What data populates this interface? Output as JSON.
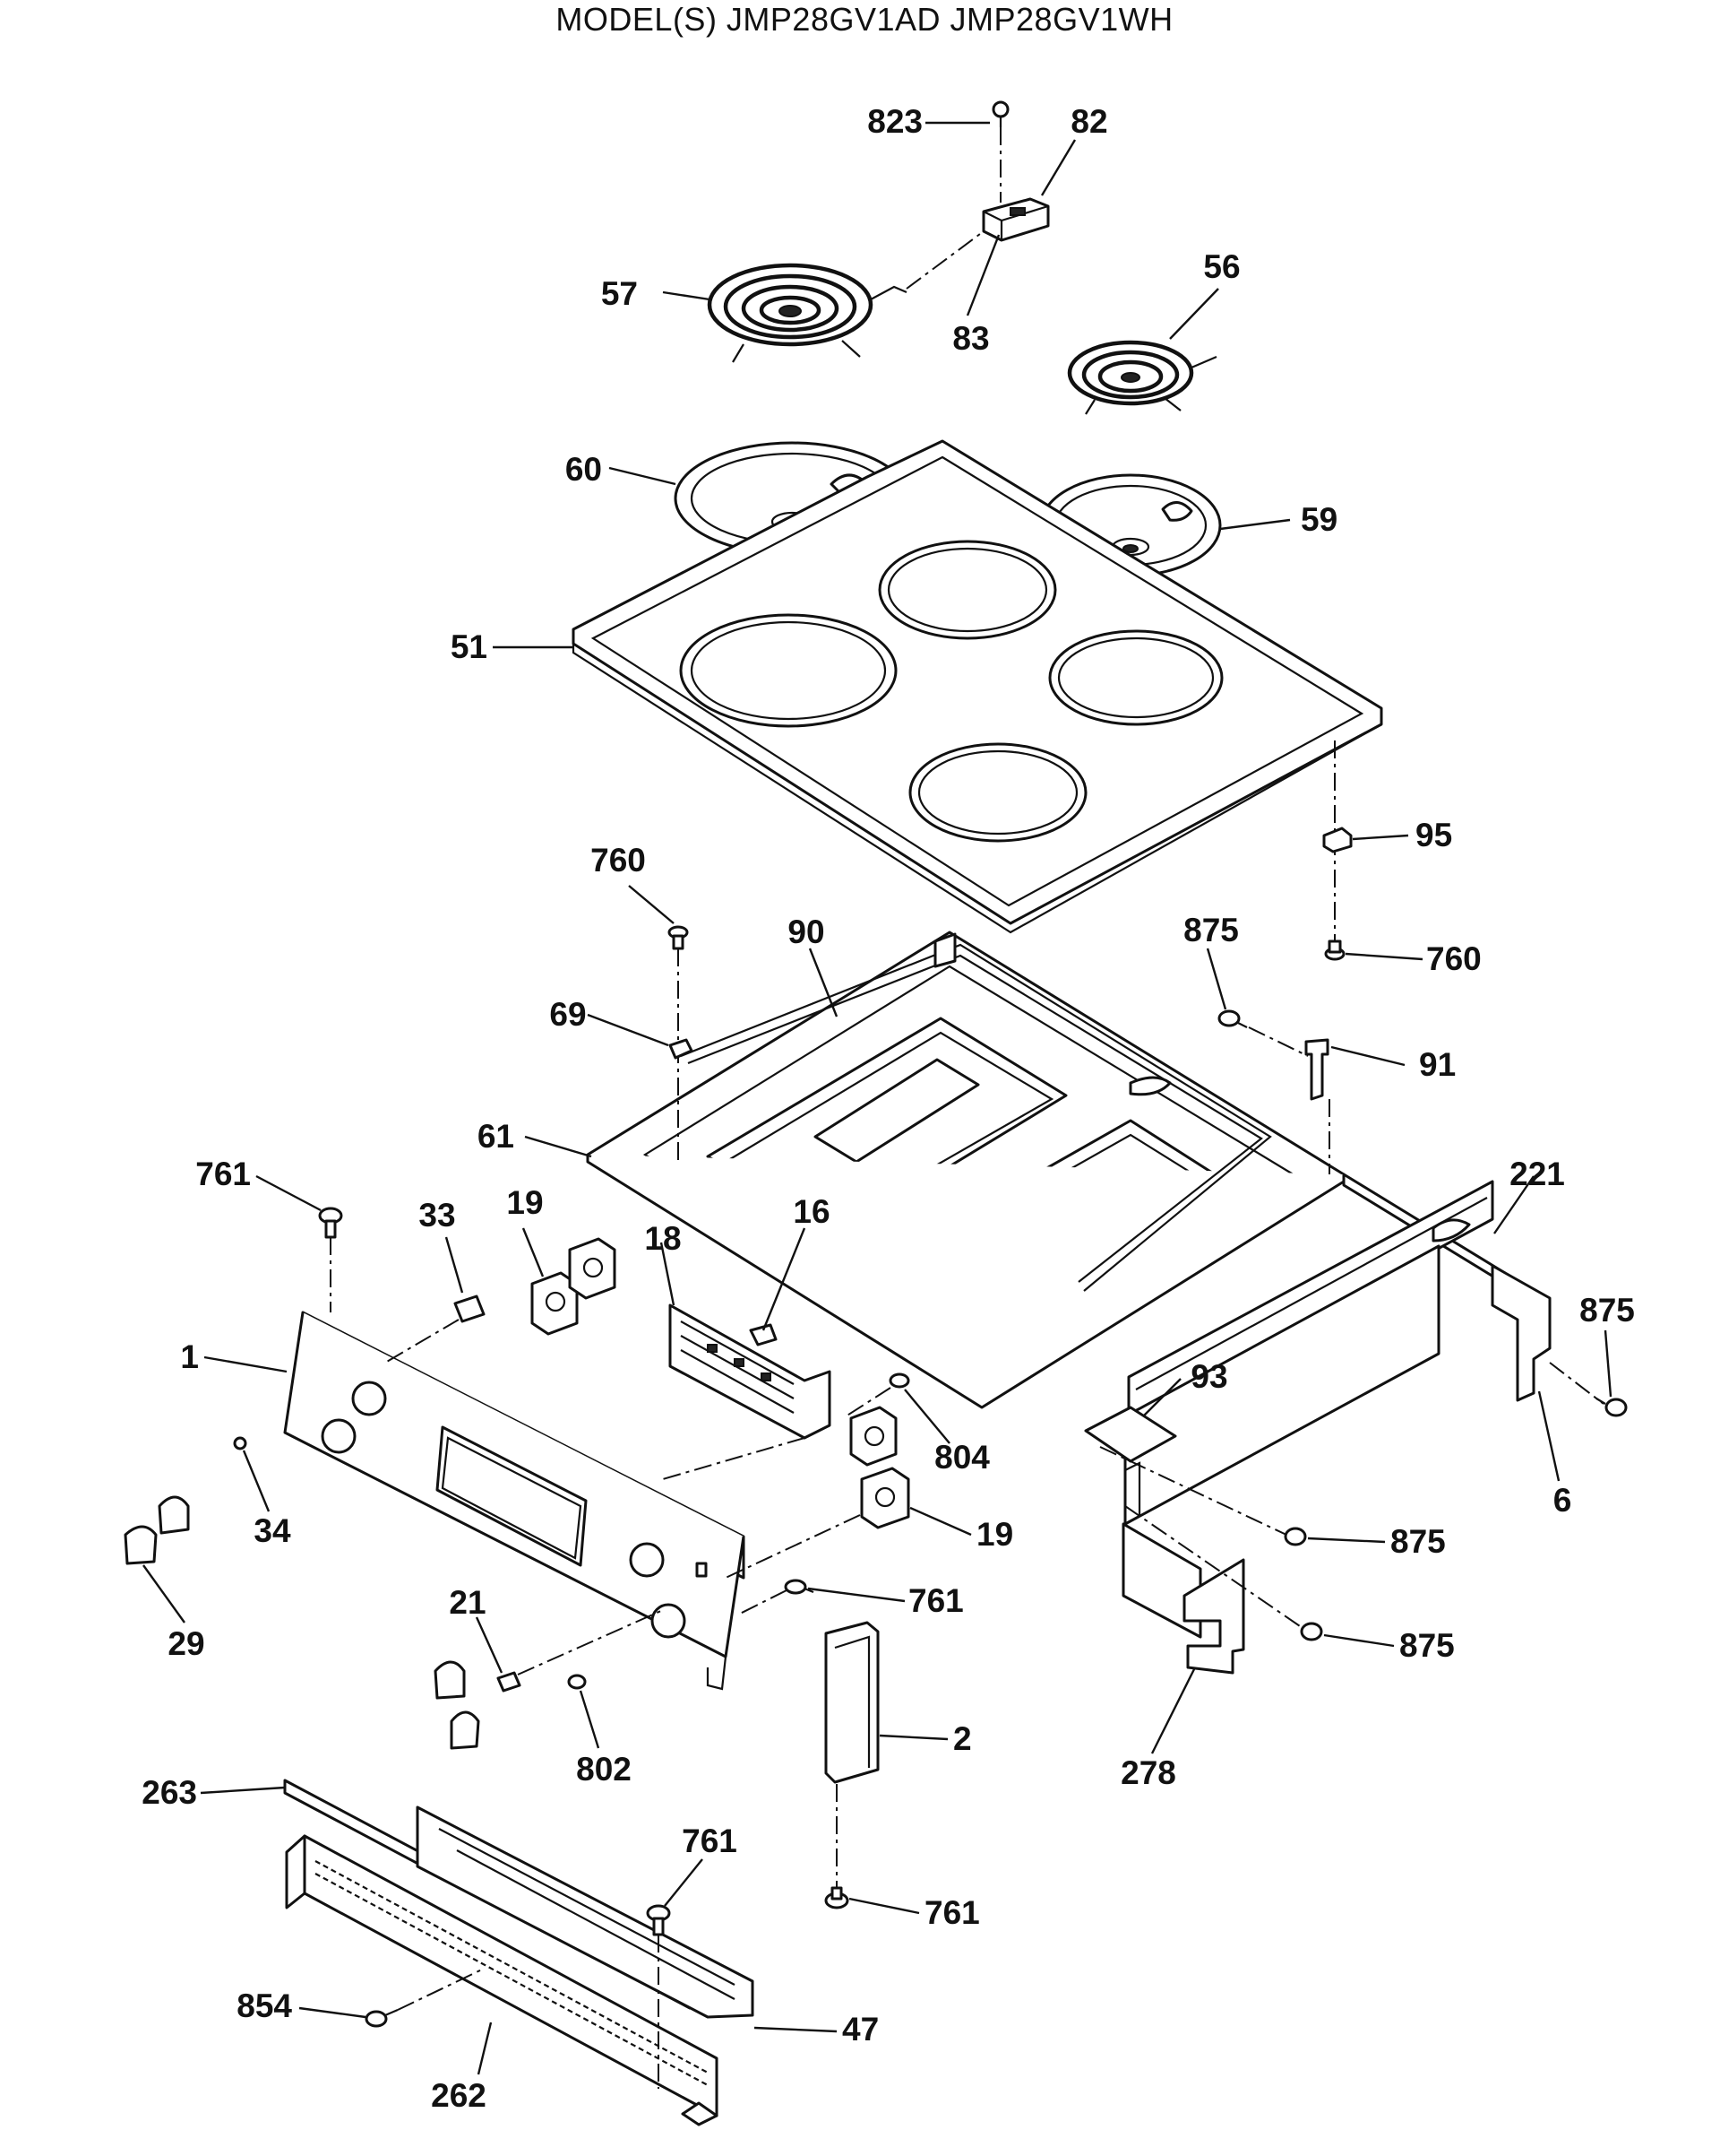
{
  "title": "MODEL(S) JMP28GV1AD  JMP28GV1WH",
  "callouts": [
    {
      "id": "c823",
      "label": "823"
    },
    {
      "id": "c82",
      "label": "82"
    },
    {
      "id": "c57",
      "label": "57"
    },
    {
      "id": "c83",
      "label": "83"
    },
    {
      "id": "c56",
      "label": "56"
    },
    {
      "id": "c60",
      "label": "60"
    },
    {
      "id": "c59",
      "label": "59"
    },
    {
      "id": "c51",
      "label": "51"
    },
    {
      "id": "c95",
      "label": "95"
    },
    {
      "id": "c760a",
      "label": "760"
    },
    {
      "id": "c760b",
      "label": "760"
    },
    {
      "id": "c90",
      "label": "90"
    },
    {
      "id": "c875a",
      "label": "875"
    },
    {
      "id": "c69",
      "label": "69"
    },
    {
      "id": "c91",
      "label": "91"
    },
    {
      "id": "c61",
      "label": "61"
    },
    {
      "id": "c761a",
      "label": "761"
    },
    {
      "id": "c33",
      "label": "33"
    },
    {
      "id": "c19a",
      "label": "19"
    },
    {
      "id": "c18",
      "label": "18"
    },
    {
      "id": "c16",
      "label": "16"
    },
    {
      "id": "c221",
      "label": "221"
    },
    {
      "id": "c875b",
      "label": "875"
    },
    {
      "id": "c1",
      "label": "1"
    },
    {
      "id": "c93",
      "label": "93"
    },
    {
      "id": "c6",
      "label": "6"
    },
    {
      "id": "c804",
      "label": "804"
    },
    {
      "id": "c34",
      "label": "34"
    },
    {
      "id": "c19b",
      "label": "19"
    },
    {
      "id": "c875c",
      "label": "875"
    },
    {
      "id": "c761b",
      "label": "761"
    },
    {
      "id": "c21",
      "label": "21"
    },
    {
      "id": "c29",
      "label": "29"
    },
    {
      "id": "c875d",
      "label": "875"
    },
    {
      "id": "c802",
      "label": "802"
    },
    {
      "id": "c2",
      "label": "2"
    },
    {
      "id": "c278",
      "label": "278"
    },
    {
      "id": "c263",
      "label": "263"
    },
    {
      "id": "c761c",
      "label": "761"
    },
    {
      "id": "c761d",
      "label": "761"
    },
    {
      "id": "c854",
      "label": "854"
    },
    {
      "id": "c47",
      "label": "47"
    },
    {
      "id": "c262",
      "label": "262"
    }
  ]
}
